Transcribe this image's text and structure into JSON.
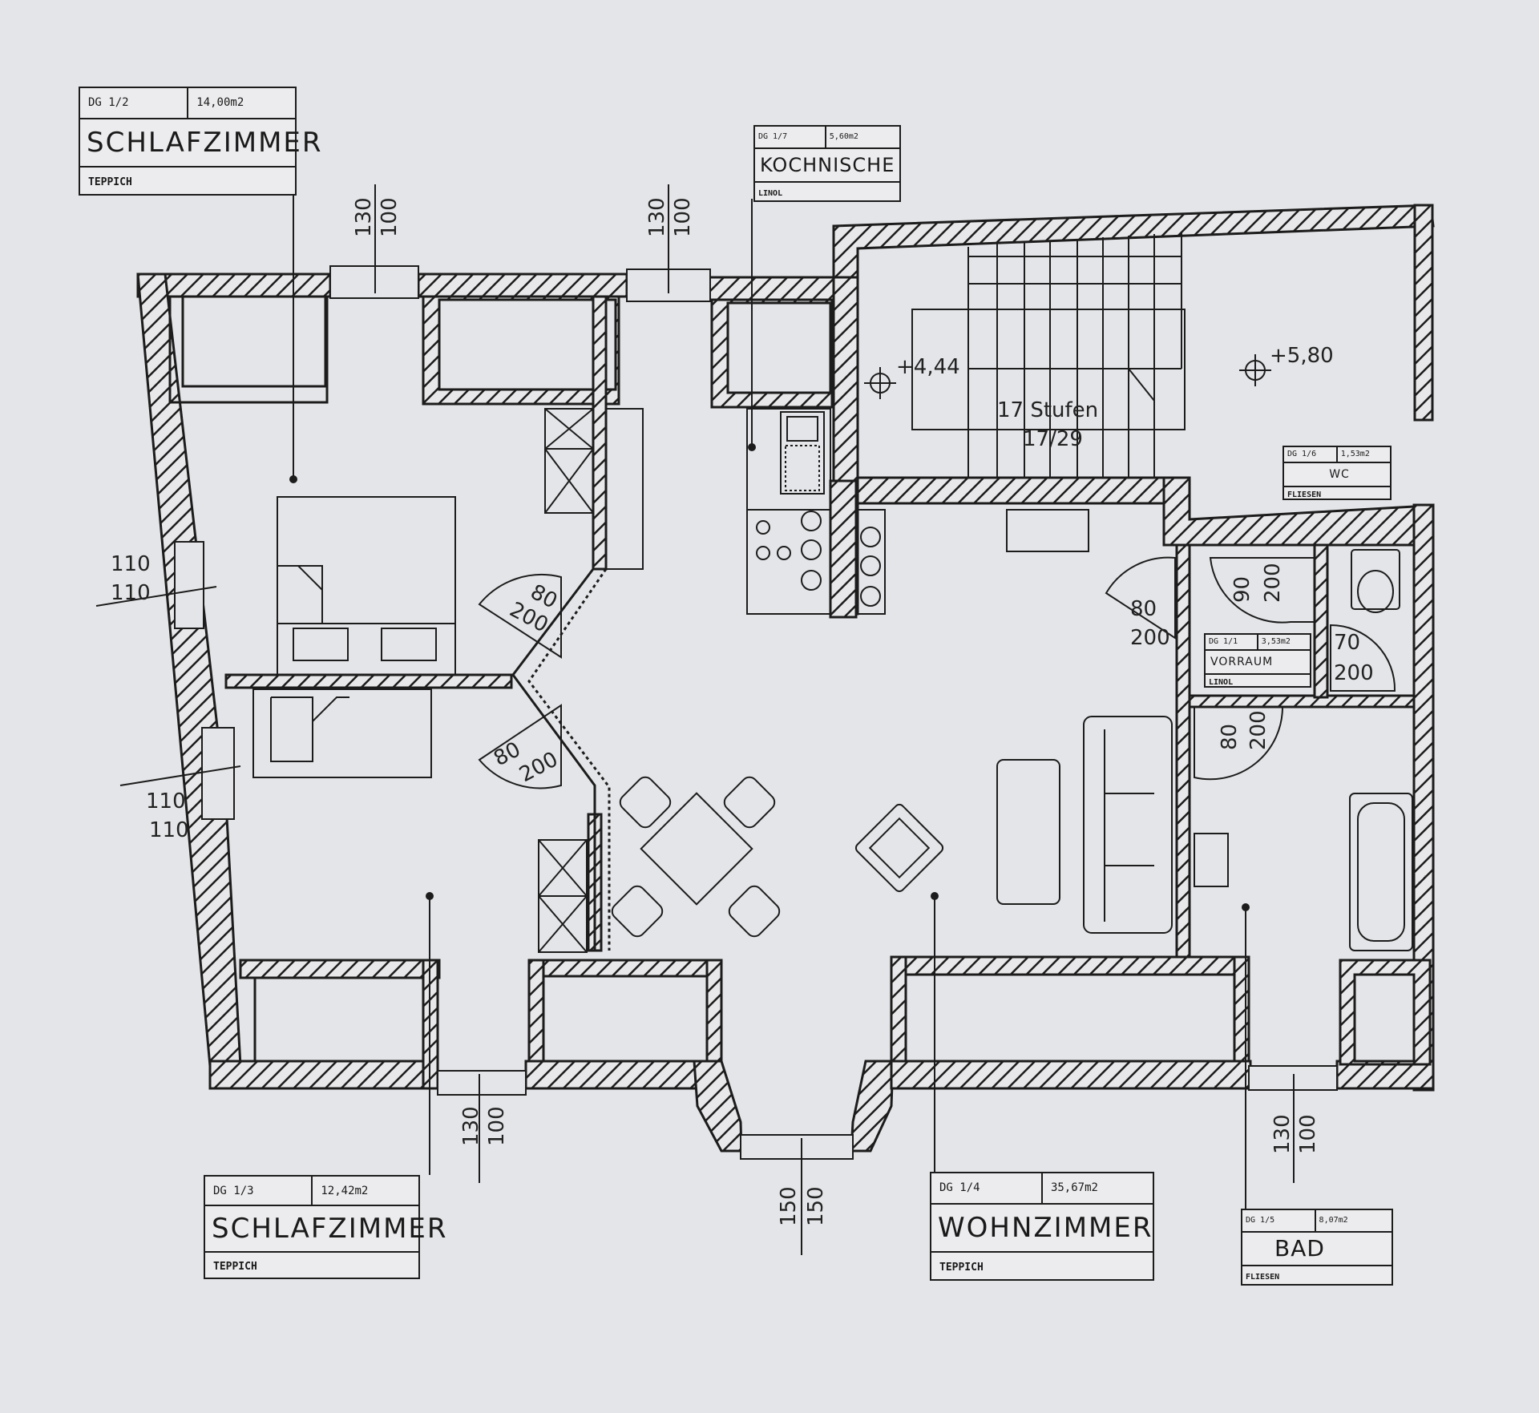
{
  "rooms": {
    "schlafzimmer_1": {
      "code": "DG  1/2",
      "area": "14,00m2",
      "name": "SCHLAFZIMMER",
      "floor": "TEPPICH"
    },
    "kochnische": {
      "code": "DG  1/7",
      "area": "5,60m2",
      "name": "KOCHNISCHE",
      "floor": "LINOL"
    },
    "wc": {
      "code": "DG  1/6",
      "area": "1,53m2",
      "name": "WC",
      "floor": "FLIESEN"
    },
    "vorraum": {
      "code": "DG  1/1",
      "area": "3,53m2",
      "name": "VORRAUM",
      "floor": "LINOL"
    },
    "schlafzimmer_2": {
      "code": "DG  1/3",
      "area": "12,42m2",
      "name": "SCHLAFZIMMER",
      "floor": "TEPPICH"
    },
    "wohnzimmer": {
      "code": "DG  1/4",
      "area": "35,67m2",
      "name": "WOHNZIMMER",
      "floor": "TEPPICH"
    },
    "bad": {
      "code": "DG  1/5",
      "area": "8,07m2",
      "name": "BAD",
      "floor": "FLIESEN"
    }
  },
  "levels": {
    "stair_landing": "+4,44",
    "upper": "+5,80"
  },
  "stair": {
    "steps": "17 Stufen",
    "ratio": "17/29"
  },
  "windows": {
    "top_left": [
      "130",
      "100"
    ],
    "top_mid": [
      "130",
      "100"
    ],
    "left_upper": [
      "110",
      "110"
    ],
    "left_lower": [
      "110",
      "110"
    ],
    "bottom_left": [
      "130",
      "100"
    ],
    "bay": [
      "150",
      "150"
    ],
    "bottom_right": [
      "130",
      "100"
    ]
  },
  "doors": {
    "bed1": [
      "80",
      "200"
    ],
    "bed2": [
      "80",
      "200"
    ],
    "wohn": [
      "80",
      "200"
    ],
    "wc": [
      "90",
      "200"
    ],
    "vorraum_wc": [
      "70",
      "200"
    ],
    "bad": [
      "80",
      "200"
    ]
  },
  "colors": {
    "paper": "#e4e5e8",
    "ink": "#1c1c1c",
    "hatch": "#1c1c1c"
  }
}
